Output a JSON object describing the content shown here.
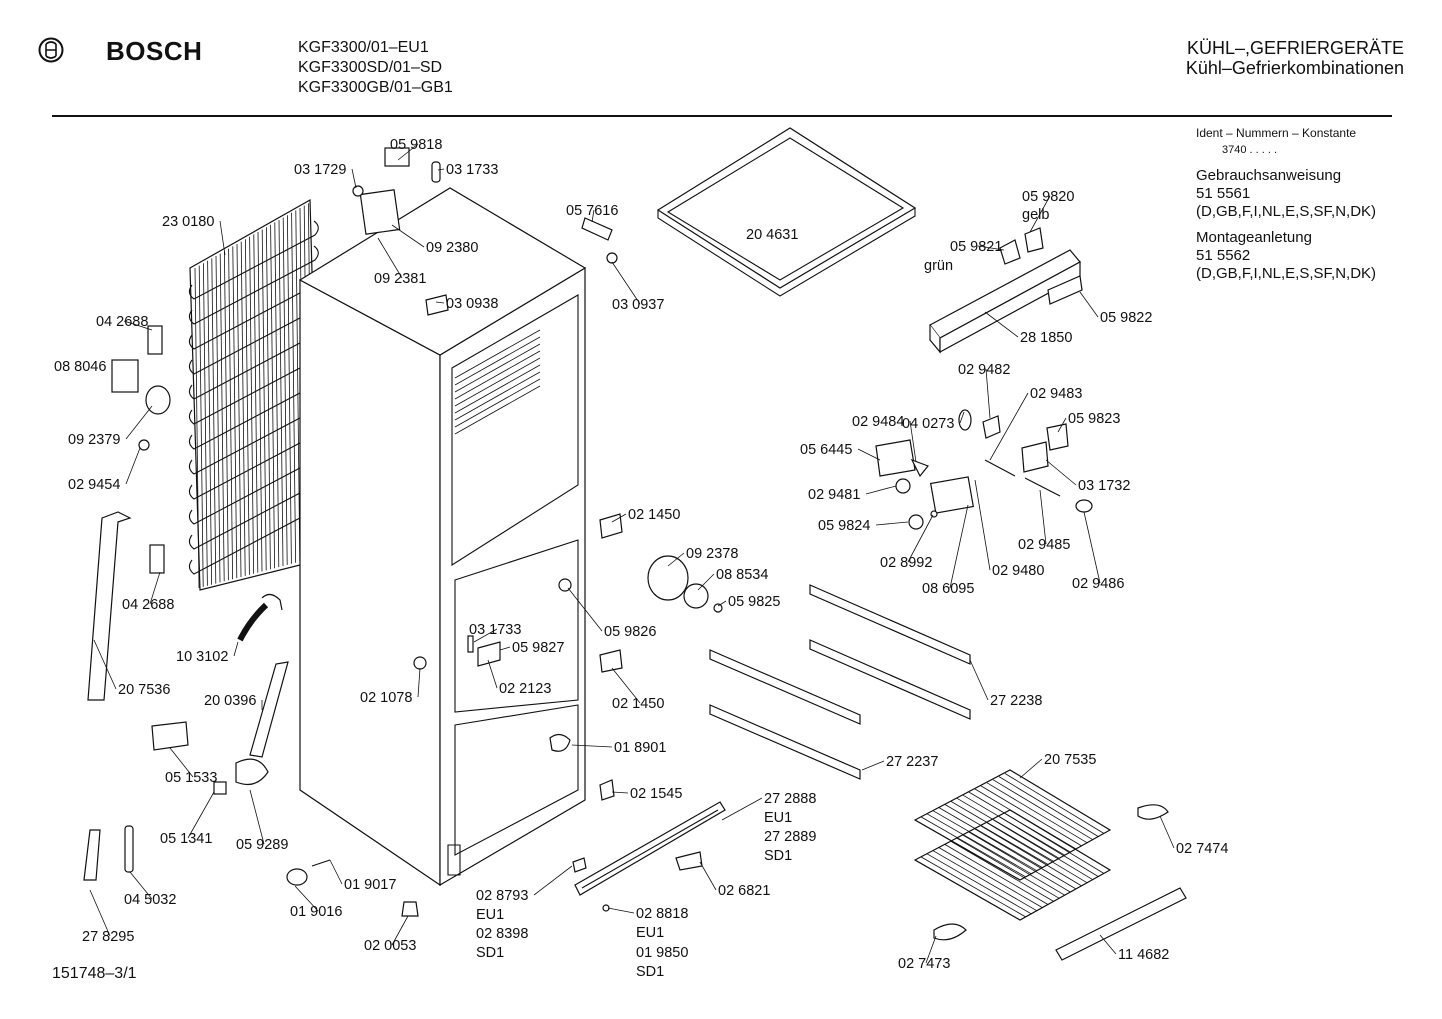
{
  "header": {
    "brand": "BOSCH",
    "models": [
      "KGF3300/01–EU1",
      "KGF3300SD/01–SD",
      "KGF3300GB/01–GB1"
    ],
    "category_line1": "KÜHL–,GEFRIERGERÄTE",
    "category_line2": "Kühl–Gefrierkombinationen"
  },
  "info": {
    "ident_label": "Ident – Nummern – Konstante",
    "ident_value": "3740  .  .  .  .  .",
    "manual_label": "Gebrauchsanweisung",
    "manual_number": "51 5561",
    "manual_langs": "(D,GB,F,I,NL,E,S,SF,N,DK)",
    "install_label": "Montageanletung",
    "install_number": "51 5562",
    "install_langs": "(D,GB,F,I,NL,E,S,SF,N,DK)"
  },
  "footer": {
    "drawing_number": "151748–3/1"
  },
  "parts": [
    "05 9818",
    "03 1729",
    "03 1733",
    "23 0180",
    "09 2380",
    "09 2381",
    "04 2688",
    "08 8046",
    "09 2379",
    "02 9454",
    "03 0938",
    "05 7616",
    "03 0937",
    "20 4631",
    "05 9820",
    "gelb",
    "05 9821",
    "grün",
    "05 9822",
    "28 1850",
    "02 9482",
    "04 0273",
    "02 9483",
    "02 9484",
    "05 9823",
    "05 6445",
    "03 1732",
    "02 9481",
    "05 9824",
    "02 9485",
    "02 8992",
    "08 6095",
    "02 9480",
    "02 9486",
    "02 1450",
    "09 2378",
    "08 8534",
    "05 9825",
    "04 2688",
    "10 3102",
    "03 1733",
    "05 9826",
    "05 9827",
    "02 1078",
    "02 2123",
    "02 1450",
    "20 7536",
    "20 0396",
    "27 2238",
    "27 2237",
    "01 8901",
    "05 1533",
    "02 1545",
    "20 7535",
    "27 2888",
    "EU1",
    "27 2889",
    "SD1",
    "05 1341",
    "05 9289",
    "02 7474",
    "02 6821",
    "01 9017",
    "04 5032",
    "02 8793",
    "EU1",
    "02 8398",
    "SD1",
    "02 8818",
    "EU1",
    "01 9850",
    "SD1",
    "01 9016",
    "27 8295",
    "02 0053",
    "02 7473",
    "11 4682"
  ]
}
